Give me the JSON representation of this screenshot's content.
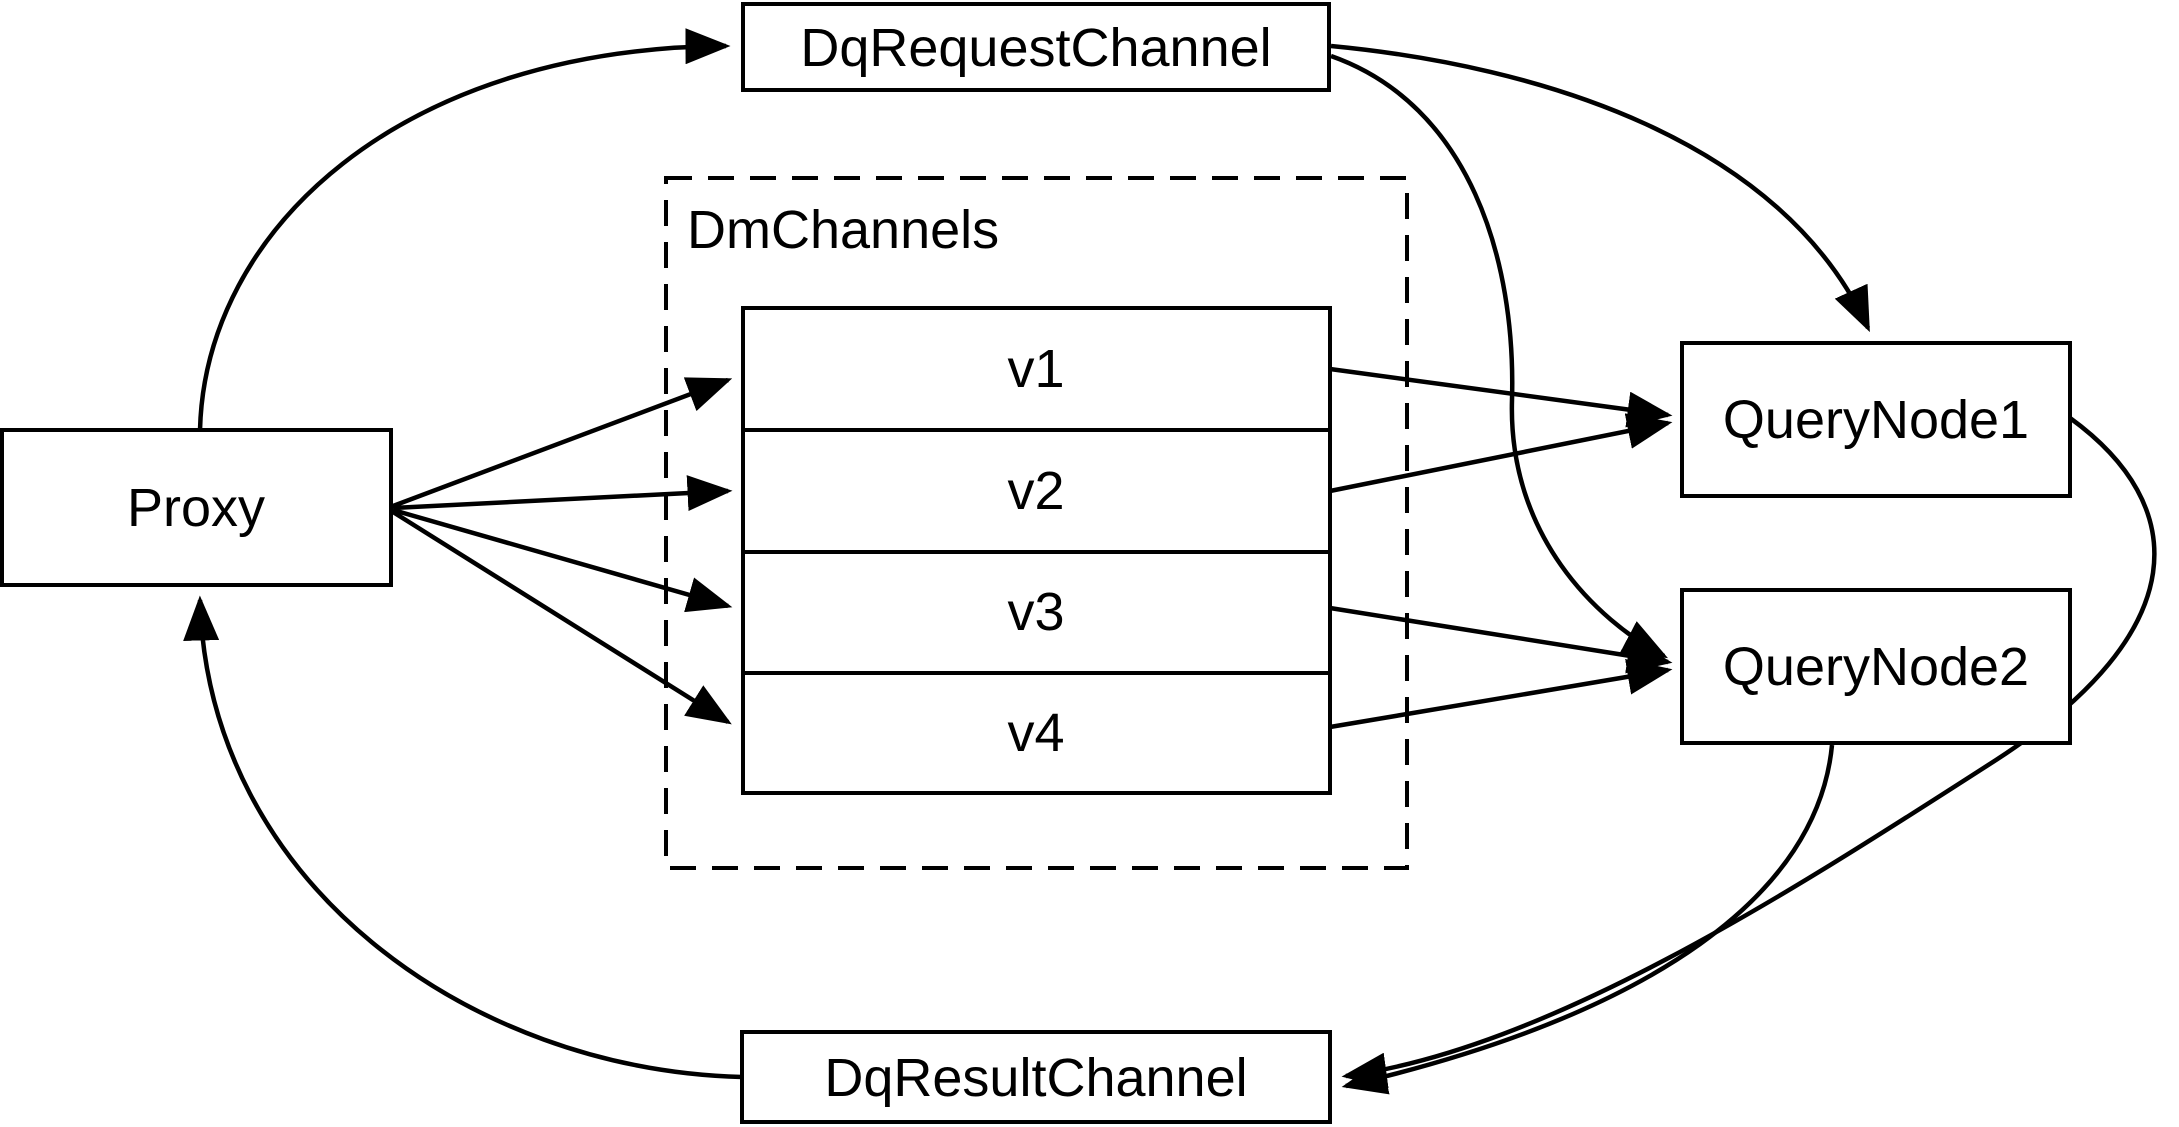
{
  "diagram": {
    "background_color": "#ffffff",
    "line_color": "#000000",
    "text_color": "#000000",
    "nodes": {
      "dq_request_channel": {
        "label": "DqRequestChannel"
      },
      "proxy": {
        "label": "Proxy"
      },
      "dm_channels": {
        "label": "DmChannels",
        "channels": [
          {
            "label": "v1"
          },
          {
            "label": "v2"
          },
          {
            "label": "v3"
          },
          {
            "label": "v4"
          }
        ]
      },
      "query_node_1": {
        "label": "QueryNode1"
      },
      "query_node_2": {
        "label": "QueryNode2"
      },
      "dq_result_channel": {
        "label": "DqResultChannel"
      }
    },
    "edges": [
      {
        "from": "Proxy",
        "to": "DqRequestChannel"
      },
      {
        "from": "Proxy",
        "to": "v1"
      },
      {
        "from": "Proxy",
        "to": "v2"
      },
      {
        "from": "Proxy",
        "to": "v3"
      },
      {
        "from": "Proxy",
        "to": "v4"
      },
      {
        "from": "v1",
        "to": "QueryNode1"
      },
      {
        "from": "v2",
        "to": "QueryNode1"
      },
      {
        "from": "v3",
        "to": "QueryNode2"
      },
      {
        "from": "v4",
        "to": "QueryNode2"
      },
      {
        "from": "DqRequestChannel",
        "to": "QueryNode1"
      },
      {
        "from": "DqRequestChannel",
        "to": "QueryNode2"
      },
      {
        "from": "QueryNode1",
        "to": "DqResultChannel"
      },
      {
        "from": "QueryNode2",
        "to": "DqResultChannel"
      },
      {
        "from": "DqResultChannel",
        "to": "Proxy"
      }
    ]
  }
}
